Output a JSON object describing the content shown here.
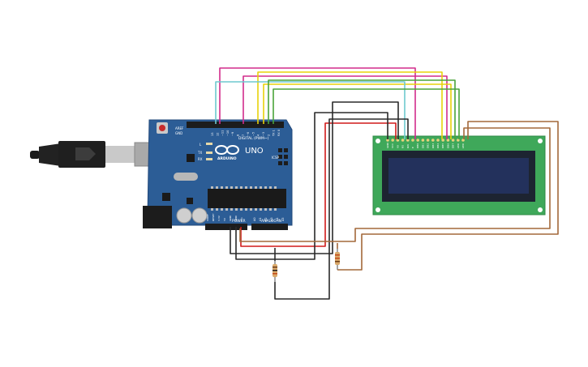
{
  "board": {
    "logo_text": "UNO",
    "brand_text": "ARDUINO",
    "digital_label": "DIGITAL (PWM~)",
    "power_label": "POWER",
    "analog_label": "ANALOG IN",
    "aref_label": "AREF",
    "gnd_label": "GND",
    "l_label": "L",
    "tx_label": "TX",
    "rx_label": "RX",
    "icsp_label": "ICSP",
    "digital_pins": [
      "13",
      "12",
      "~11",
      "~10",
      "~9",
      "8",
      "7",
      "~6",
      "~5",
      "4",
      "~3",
      "2",
      "TX 1",
      "RX 0"
    ],
    "power_pins": [
      "IOREF",
      "RESET",
      "3.3V",
      "5V",
      "GND",
      "GND",
      "Vin"
    ],
    "analog_pins": [
      "A0",
      "A1",
      "A2",
      "A3",
      "A4",
      "A5"
    ]
  },
  "lcd": {
    "pin_labels": [
      "GND",
      "VCC",
      "V0",
      "RS",
      "RW",
      "E",
      "DB0",
      "DB1",
      "DB2",
      "DB3",
      "DB4",
      "DB5",
      "DB6",
      "DB7",
      "LED",
      "LED"
    ]
  },
  "colors": {
    "board": "#2c5d96",
    "lcd_pcb": "#3fa85a",
    "lcd_screen": "#23315c",
    "wire_pink": "#d22c8c",
    "wire_yellow": "#e8d20a",
    "wire_cyan": "#6ec9cf",
    "wire_green": "#4aa33a",
    "wire_red": "#d11a1a",
    "wire_black": "#2a2a2a",
    "wire_brown": "#a3683a"
  }
}
